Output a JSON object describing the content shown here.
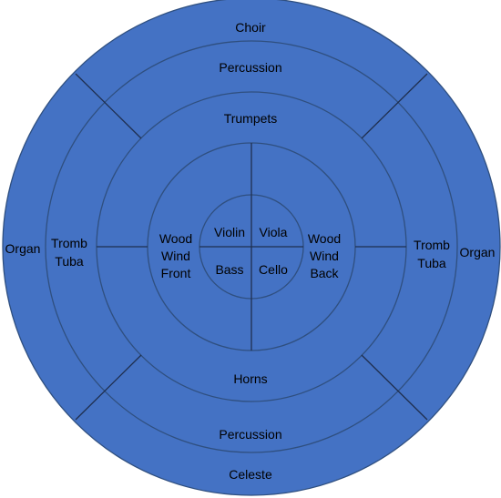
{
  "colors": {
    "fill": "#4472c4",
    "outline": "#2f4f7f",
    "divider": "#1f2f4f",
    "text": "#000000"
  },
  "labels": {
    "choir": "Choir",
    "celeste": "Celeste",
    "organ_left": "Organ",
    "organ_right": "Organ",
    "percussion_top": "Percussion",
    "percussion_bottom": "Percussion",
    "tromb_left": [
      "Tromb",
      "Tuba"
    ],
    "tromb_right": [
      "Tromb",
      "Tuba"
    ],
    "trumpets": "Trumpets",
    "horns": "Horns",
    "woodwind_front": [
      "Wood",
      "Wind",
      "Front"
    ],
    "woodwind_back": [
      "Wood",
      "Wind",
      "Back"
    ],
    "violin": "Violin",
    "viola": "Viola",
    "bass": "Bass",
    "cello": "Cello"
  }
}
